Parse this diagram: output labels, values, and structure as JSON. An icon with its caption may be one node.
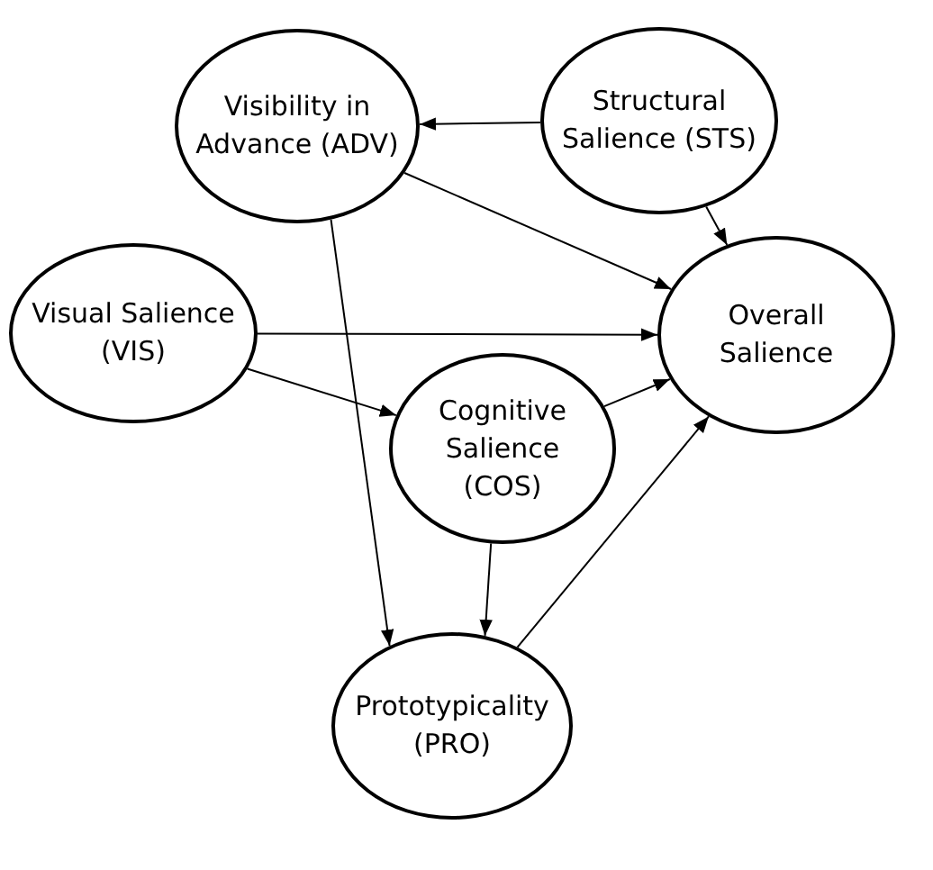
{
  "diagram": {
    "nodes": [
      {
        "text": [
          "Visibility in Advance (ADV)"
        ]
      },
      {
        "text": [
          "Structural Salience (STS)"
        ]
      },
      {
        "text": [
          "Visual Salience (VIS)"
        ]
      },
      {
        "text": [
          "Overall Salience"
        ]
      },
      {
        "text": [
          "Cognitive Salience (COS)"
        ]
      },
      {
        "text": [
          "Prototypicality (PRO)"
        ]
      }
    ],
    "edges": [
      {
        "from": 1,
        "to": 0,
        "arrow": "to"
      },
      {
        "from": 0,
        "to": 3,
        "arrow": "to"
      },
      {
        "from": 1,
        "to": 3,
        "arrow": "to"
      },
      {
        "from": 2,
        "to": 3,
        "arrow": "to"
      },
      {
        "from": 2,
        "to": 4,
        "arrow": "to"
      },
      {
        "from": 4,
        "to": 3,
        "arrow": "to"
      },
      {
        "from": 0,
        "to": 5,
        "arrow": "to"
      },
      {
        "from": 4,
        "to": 5,
        "arrow": "to"
      },
      {
        "from": 5,
        "to": 3,
        "arrow": "to"
      }
    ]
  }
}
